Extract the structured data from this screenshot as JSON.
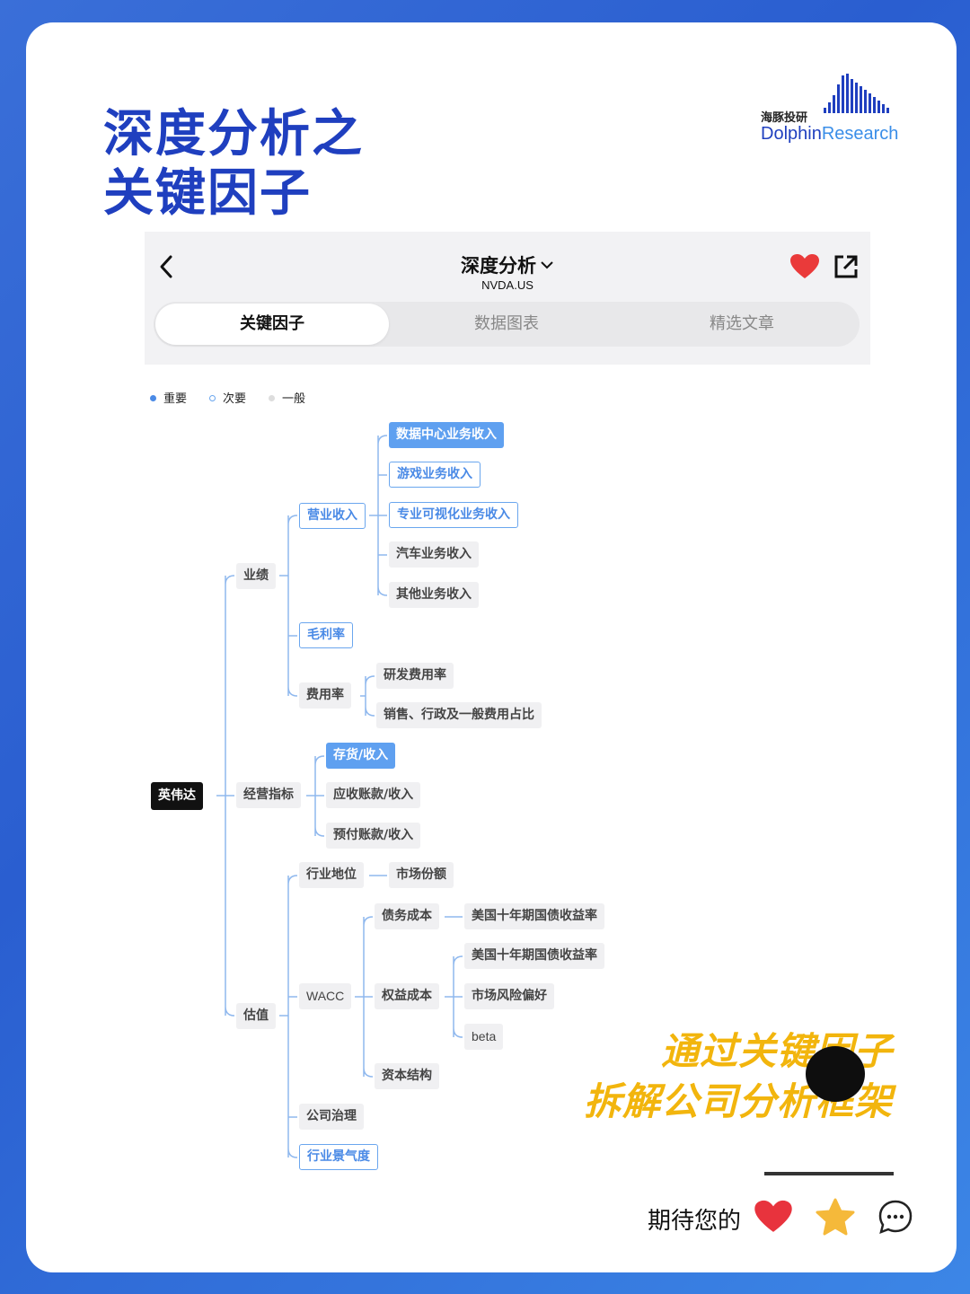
{
  "headline": [
    "深度分析之",
    "关键因子"
  ],
  "brand": {
    "cn": "海豚投研",
    "en_a": "Dolphin",
    "en_b": "Research"
  },
  "app": {
    "nav_title": "深度分析",
    "nav_sub": "NVDA.US",
    "tabs": [
      {
        "label": "关键因子",
        "active": true
      },
      {
        "label": "数据图表",
        "active": false
      },
      {
        "label": "精选文章",
        "active": false
      }
    ]
  },
  "legend": {
    "important": "重要",
    "secondary": "次要",
    "general": "一般"
  },
  "colors": {
    "important": "#5fa0f0",
    "secondary": "#6aa6ee",
    "general": "#f0f0f2",
    "root": "#111111",
    "accent": "#1f3fbf",
    "slogan": "#f2b50d"
  },
  "tree": {
    "root": "英伟达",
    "n_yeji": "业绩",
    "n_yingye": "营业收入",
    "n_shujuzhongxin": "数据中心业务收入",
    "n_youxi": "游戏业务收入",
    "n_zhuanye": "专业可视化业务收入",
    "n_qiche": "汽车业务收入",
    "n_qita": "其他业务收入",
    "n_maolilv": "毛利率",
    "n_feiyonglv": "费用率",
    "n_yanfa": "研发费用率",
    "n_xiaoshou": "销售、行政及一般费用占比",
    "n_jingying": "经营指标",
    "n_cunhuo": "存货/收入",
    "n_yingshou": "应收账款/收入",
    "n_yufu": "预付账款/收入",
    "n_guzhi": "估值",
    "n_hangye": "行业地位",
    "n_shichang": "市场份额",
    "n_wacc": "WACC",
    "n_zhaiwu": "债务成本",
    "n_meiguo1": "美国十年期国债收益率",
    "n_quanyi": "权益成本",
    "n_meiguo2": "美国十年期国债收益率",
    "n_fengxian": "市场风险偏好",
    "n_beta": "beta",
    "n_ziben": "资本结构",
    "n_gongsi": "公司治理",
    "n_jingqi": "行业景气度"
  },
  "slogan": [
    "通过关键因子",
    "拆解公司分析框架"
  ],
  "footer": {
    "text": "期待您的"
  }
}
